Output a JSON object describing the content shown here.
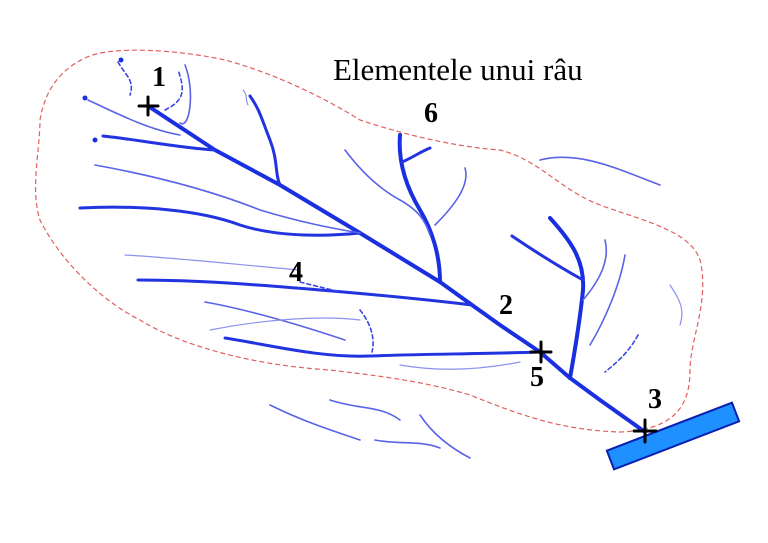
{
  "title": "Elementele unui râu",
  "labels": {
    "l1": "1",
    "l2": "2",
    "l3": "3",
    "l4": "4",
    "l5": "5",
    "l6": "6"
  },
  "colors": {
    "river": "#1a2fe0",
    "basin_outline": "#e06060",
    "outflow_water": "#1e90ff"
  }
}
